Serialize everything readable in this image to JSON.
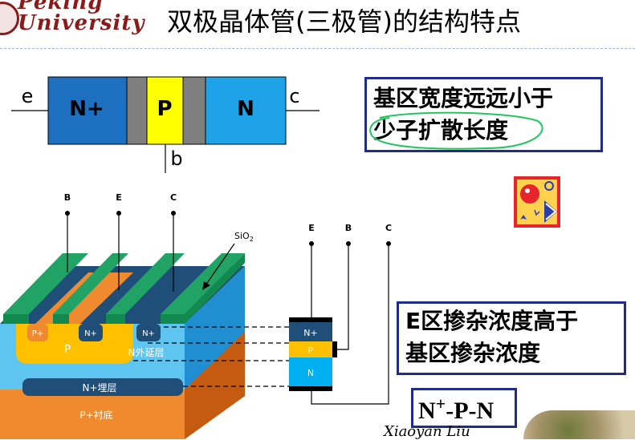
{
  "logo": {
    "line1": "Peking",
    "line2": "University"
  },
  "title": "双极晶体管(三极管)的结构特点",
  "top_diagram": {
    "regions": [
      {
        "label": "N+",
        "color": "#1d6fc0"
      },
      {
        "label": "",
        "color": "#7f7f7f"
      },
      {
        "label": "P",
        "color": "#ffff00"
      },
      {
        "label": "",
        "color": "#7f7f7f"
      },
      {
        "label": "N",
        "color": "#1fa3e8"
      }
    ],
    "terminals": {
      "emitter": "e",
      "collector": "c",
      "base": "b"
    }
  },
  "callout1": {
    "line1": "基区宽度远远小于",
    "line2": "少子扩散长度"
  },
  "cross_section": {
    "contacts": [
      "B",
      "E",
      "C"
    ],
    "oxide": "SiO",
    "oxide_sub": "2",
    "regions": {
      "p_plus": "P+",
      "n_plus_1": "N+",
      "n_plus_2": "N+",
      "p_base": "P",
      "n_epi": "N外延层",
      "buried": "N+埋层",
      "substrate": "P+衬底"
    }
  },
  "npn_stack": {
    "contacts": [
      "E",
      "B",
      "C"
    ],
    "layers": [
      {
        "label": "N+",
        "color": "#1f4e79"
      },
      {
        "label": "P",
        "color": "#ffc000"
      },
      {
        "label": "N",
        "color": "#00b0f0"
      }
    ]
  },
  "callout2": {
    "line1": "E区掺杂浓度高于",
    "line2": "基区掺杂浓度"
  },
  "callout3": {
    "pre": "N",
    "sup": "+",
    "post": "-P-N"
  },
  "author": "Xiaoyan Liu",
  "icons": {
    "decor": "party-balloon-icon",
    "photo": "campus-photo"
  }
}
